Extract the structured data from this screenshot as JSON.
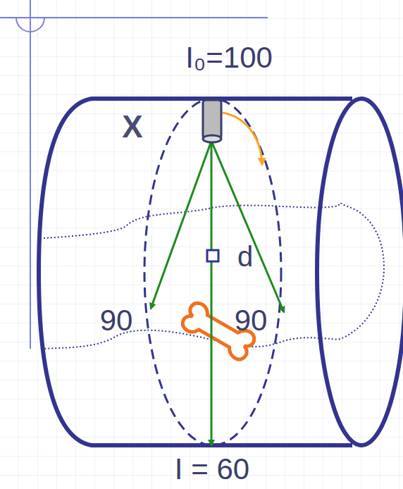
{
  "diagram": {
    "labels": [
      "I₀=100",
      "X",
      "d",
      "90",
      "90",
      "I = 60"
    ]
  }
}
